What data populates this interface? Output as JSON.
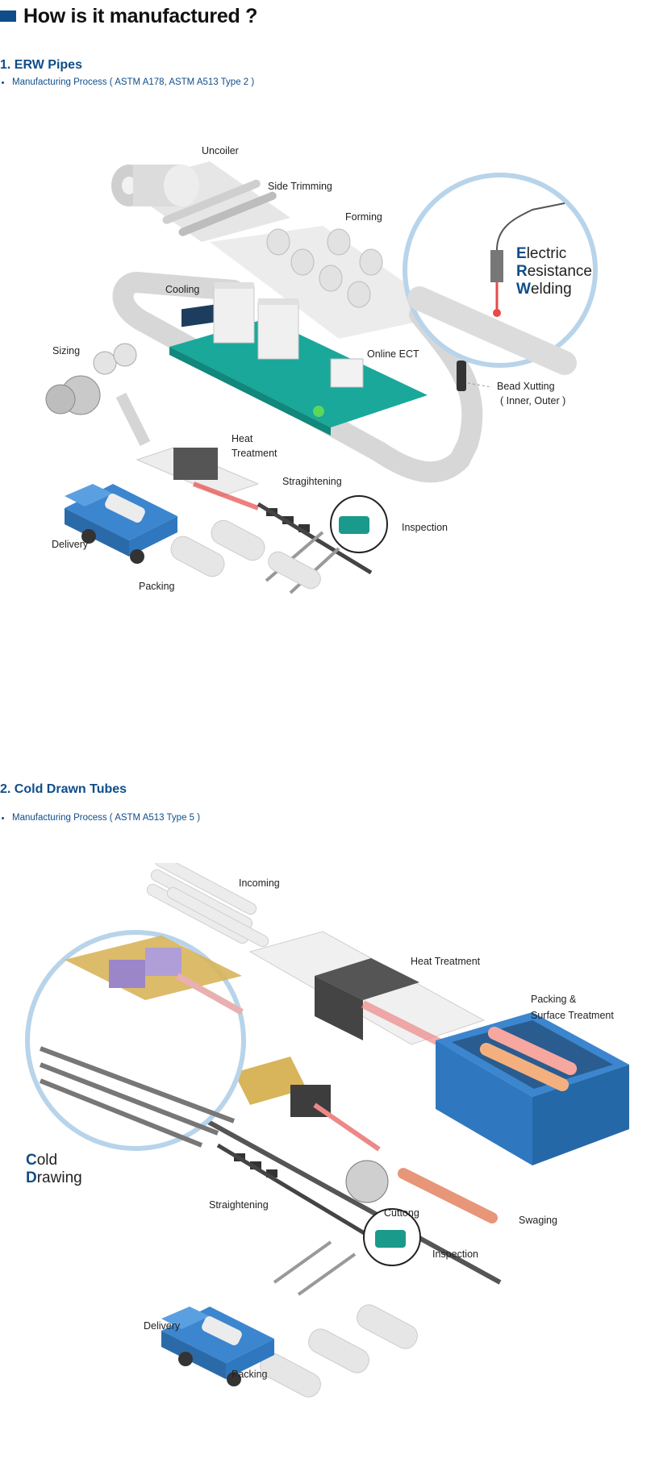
{
  "page": {
    "title": "How is it manufactured ?"
  },
  "sections": [
    {
      "heading": "1. ERW Pipes",
      "bullet": "Manufacturing Process ( ASTM A178, ASTM A513 Type 2 )",
      "labels": {
        "uncoiler": "Uncoiler",
        "side_trimming": "Side Trimming",
        "forming": "Forming",
        "cooling": "Cooling",
        "sizing": "Sizing",
        "online_ect": "Online ECT",
        "bead_xutting_1": "Bead Xutting",
        "bead_xutting_2": "( Inner, Outer )",
        "heat_treatment_1": "Heat",
        "heat_treatment_2": "Treatment",
        "straightening": "Stragihtening",
        "inspection": "Inspection",
        "delivery": "Delivery",
        "packing": "Packing"
      },
      "callout": {
        "line1_cap": "E",
        "line1_rest": "lectric",
        "line2_cap": "R",
        "line2_rest": "esistance",
        "line3_cap": "W",
        "line3_rest": "elding"
      }
    },
    {
      "heading": "2. Cold Drawn Tubes",
      "bullet": "Manufacturing Process ( ASTM A513 Type 5 )",
      "labels": {
        "incoming": "Incoming",
        "heat_treatment": "Heat Treatment",
        "packing_surface_1": "Packing &",
        "packing_surface_2": "Surface Treatment",
        "straightening": "Straightening",
        "cuttong": "Cuttong",
        "swaging": "Swaging",
        "inspection": "Inspection",
        "delivery": "Delivery",
        "packing": "Packing"
      },
      "callout": {
        "line1_cap": "C",
        "line1_rest": "old",
        "line2_cap": "D",
        "line2_rest": "rawing"
      }
    }
  ],
  "colors": {
    "brand_blue": "#0f4d8a",
    "pipe_gray": "#d9d9d9",
    "board_teal": "#1aa89a",
    "truck_blue": "#3b86cf",
    "heat_red": "#e84a4a",
    "frame_gold": "#d8b45a",
    "press_purple": "#9a86c8"
  }
}
